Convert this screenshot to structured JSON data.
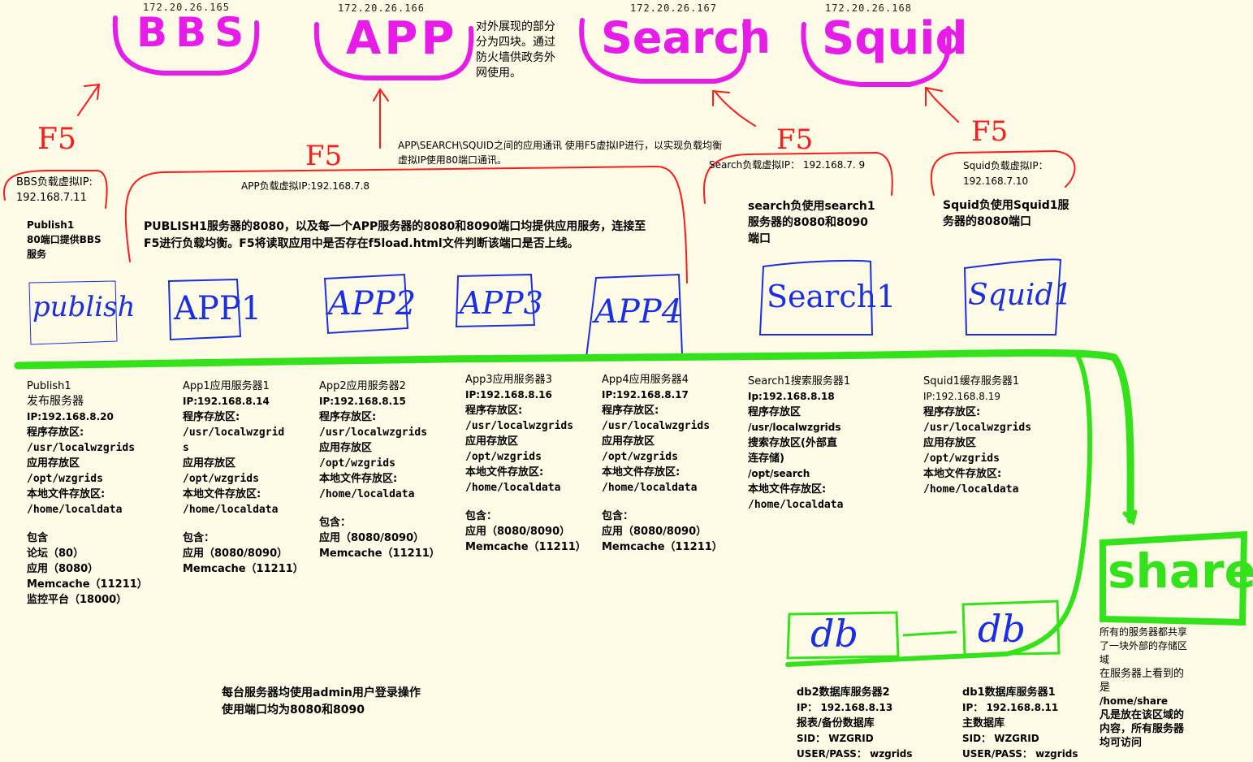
{
  "top_servers": [
    {
      "ip": "172.20.26.165",
      "label": "BBS"
    },
    {
      "ip": "172.20.26.166",
      "label": "APP"
    },
    {
      "ip": "172.20.26.167",
      "label": "Search"
    },
    {
      "ip": "172.20.26.168",
      "label": "Squid"
    }
  ],
  "external_note": [
    "对外展现的部分",
    "分为四块。通过",
    "防火墙供政务外",
    "网使用。"
  ],
  "f5_label": "F5",
  "f5_note": [
    "APP\\SEARCH\\SQUID之间的应用通讯 使用F5虚拟IP进行，以实现负载均衡",
    "虚拟IP使用80端口通讯。"
  ],
  "bbs_vip": [
    "BBS负载虚拟IP:",
    "192.168.7.11"
  ],
  "app_vip": "APP负载虚拟IP:192.168.7.8",
  "search_vip": "Search负载虚拟IP：  192.168.7. 9",
  "squid_vip": [
    "Squid负载虚拟IP：",
    "192.168.7.10"
  ],
  "publish_note": [
    "Publish1",
    "80端口提供BBS",
    "服务"
  ],
  "app_note": [
    "PUBLISH1服务器的8080，以及每一个APP服务器的8080和8090端口均提供应用服务，连接至",
    "F5进行负载均衡。F5将读取应用中是否存在f5load.html文件判断该端口是否上线。"
  ],
  "search_note": [
    "search负使用search1",
    "服务器的8080和8090",
    "端口"
  ],
  "squid_note": [
    "Squid负使用Squid1服",
    "务器的8080端口"
  ],
  "boxes": {
    "publish": "publish",
    "app1": "APP1",
    "app2": "APP2",
    "app3": "APP3",
    "app4": "APP4",
    "search": "Search1",
    "squid": "Squid1",
    "db_a": "db",
    "db_b": "db",
    "share": "share"
  },
  "servers": {
    "publish1": [
      "Publish1",
      "发布服务器",
      "IP:192.168.8.20",
      "程序存放区:",
      "/usr/localwzgrids",
      "应用存放区",
      "/opt/wzgrids",
      "本地文件存放区:",
      "/home/localdata",
      "",
      "包含",
      "论坛（80）",
      "应用（8080）",
      "Memcache（11211）",
      "监控平台（18000）"
    ],
    "app1": [
      "App1应用服务器1",
      "IP:192.168.8.14",
      "程序存放区:",
      "/usr/localwzgrid",
      "s",
      "应用存放区",
      "/opt/wzgrids",
      "本地文件存放区:",
      "/home/localdata",
      "",
      "包含：",
      "应用（8080/8090）",
      "Memcache（11211）"
    ],
    "app2": [
      "App2应用服务器2",
      "IP:192.168.8.15",
      "程序存放区:",
      "/usr/localwzgrids",
      "应用存放区",
      "/opt/wzgrids",
      "本地文件存放区:",
      "/home/localdata",
      "",
      "包含：",
      "应用（8080/8090）",
      "Memcache（11211）"
    ],
    "app3": [
      "App3应用服务器3",
      "IP:192.168.8.16",
      "程序存放区:",
      "/usr/localwzgrids",
      "应用存放区",
      "/opt/wzgrids",
      "本地文件存放区:",
      "/home/localdata",
      "",
      "包含：",
      "应用（8080/8090）",
      "Memcache（11211）"
    ],
    "app4": [
      "App4应用服务器4",
      "IP:192.168.8.17",
      "程序存放区:",
      "/usr/localwzgrids",
      "应用存放区",
      "/opt/wzgrids",
      "本地文件存放区:",
      "/home/localdata",
      "",
      "包含：",
      "应用（8080/8090）",
      "Memcache（11211）"
    ],
    "search1": [
      "Search1搜索服务器1",
      "Ip:192.168.8.18",
      "程序存放区",
      "/usr/localwzgrids",
      "搜索存放区(外部直",
      "连存储)",
      "/opt/search",
      "本地文件存放区:",
      "/home/localdata"
    ],
    "squid1": [
      "Squid1缓存服务器1",
      "IP:192.168.8.19",
      "程序存放区:",
      "/usr/localwzgrids",
      "应用存放区",
      "/opt/wzgrids",
      "本地文件存放区:",
      "/home/localdata"
    ]
  },
  "admin_note": [
    "每台服务器均使用admin用户登录操作",
    "使用端口均为8080和8090"
  ],
  "db2": [
    "db2数据库服务器2",
    "IP：  192.168.8.13",
    "报表/备份数据库",
    "SID：  WZGRID",
    "USER/PASS：  wzgrids"
  ],
  "db1": [
    "db1数据库服务器1",
    "IP：  192.168.8.11",
    "主数据库",
    "SID：  WZGRID",
    "USER/PASS：  wzgrids"
  ],
  "share_note": [
    "所有的服务器都共享",
    "了一块外部的存储区",
    "域",
    "在服务器上看到的",
    "是",
    "/home/share",
    "凡是放在该区域的",
    "内容，所有服务器",
    "均可访问"
  ],
  "colors": {
    "magenta": "#e81ce8",
    "red": "#ff1a1a",
    "blue": "#1a2ee6",
    "green": "#33e21a",
    "bg": "#fdfbe6"
  }
}
